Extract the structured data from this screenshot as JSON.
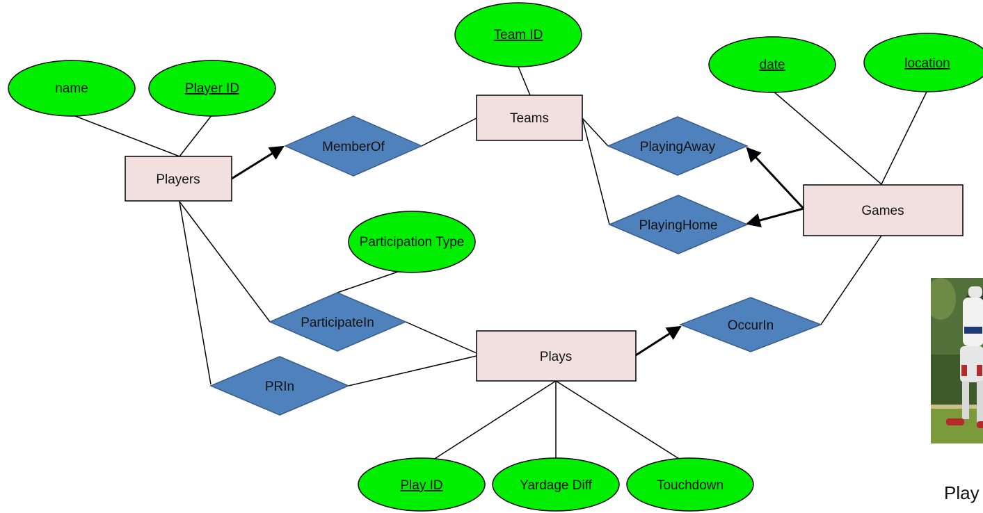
{
  "diagram": {
    "colors": {
      "attribute_fill": "#00ee00",
      "entity_fill": "#f2e0e0",
      "relationship_fill": "#4f81bd",
      "line": "#000000"
    },
    "entities": {
      "players": "Players",
      "teams": "Teams",
      "games": "Games",
      "plays": "Plays"
    },
    "relationships": {
      "member_of": "MemberOf",
      "playing_away": "PlayingAway",
      "playing_home": "PlayingHome",
      "participate_in": "ParticipateIn",
      "pr_in": "PRIn",
      "occur_in": "OccurIn"
    },
    "attributes": {
      "name": "name",
      "player_id": "Player ID",
      "team_id": "Team ID",
      "date": "date",
      "location": "location",
      "participation_type": "Participation Type",
      "play_id": "Play ID",
      "yardage_diff": "Yardage Diff",
      "touchdown": "Touchdown"
    }
  },
  "photo": {
    "icon": "football-player-photo",
    "caption": "Play"
  }
}
